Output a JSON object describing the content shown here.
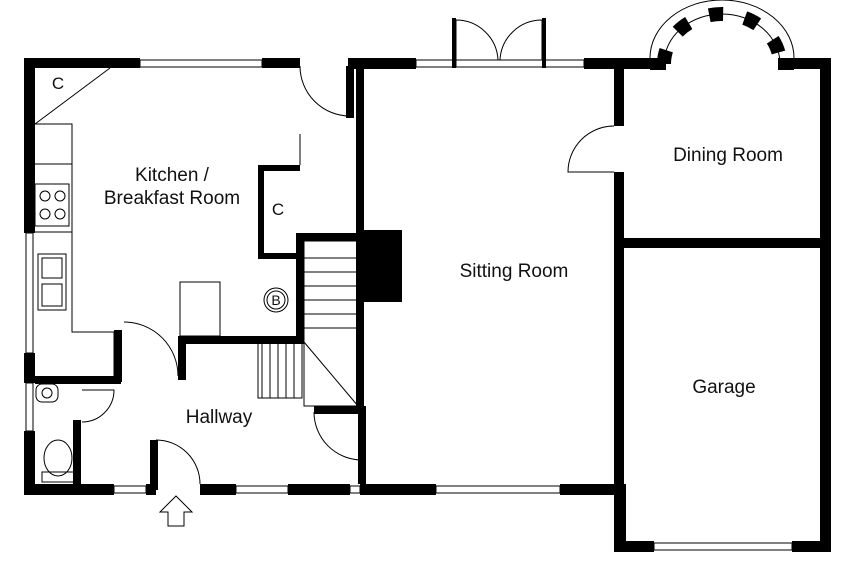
{
  "rooms": {
    "kitchen_line1": "Kitchen /",
    "kitchen_line2": "Breakfast Room",
    "sitting_room": "Sitting Room",
    "dining_room": "Dining Room",
    "garage": "Garage",
    "hallway": "Hallway"
  },
  "markers": {
    "cupboard_corner": "C",
    "cupboard_kitchen": "C",
    "boiler": "B"
  },
  "icons": {
    "entrance": "entrance-arrow-icon"
  },
  "colors": {
    "wall": "#000000",
    "background": "#ffffff"
  }
}
